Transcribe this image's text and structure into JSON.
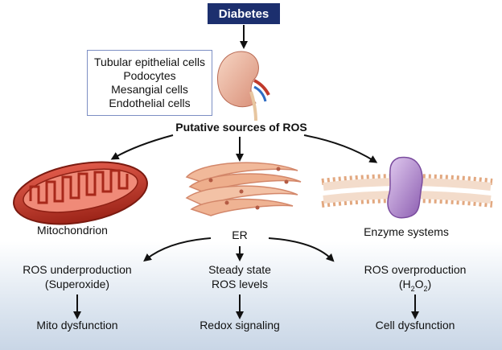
{
  "top": {
    "title": "Diabetes"
  },
  "cell_types": [
    "Tubular epithelial cells",
    "Podocytes",
    "Mesangial cells",
    "Endothelial cells"
  ],
  "center_label": "Putative sources of ROS",
  "sources": [
    {
      "label": "Mitochondrion",
      "icon": "mitochondrion-icon"
    },
    {
      "label": "ER",
      "icon": "er-icon"
    },
    {
      "label": "Enzyme systems",
      "icon": "membrane-enzyme-icon"
    }
  ],
  "outcomes": [
    {
      "line1": "ROS underproduction",
      "line2": "(Superoxide)",
      "result": "Mito dysfunction"
    },
    {
      "line1": "Steady state",
      "line2": "ROS levels",
      "result": "Redox signaling"
    },
    {
      "line1": "ROS overproduction",
      "line2_prefix": "(H",
      "line2_sub1": "2",
      "line2_mid": "O",
      "line2_sub2": "2",
      "line2_suffix": ")",
      "result": "Cell dysfunction"
    }
  ],
  "colors": {
    "title_bg": "#1c2f6e",
    "box_border": "#7d8fc4",
    "mito": "#c0392b",
    "er": "#e8a07a",
    "enzyme": "#a77bc7"
  }
}
